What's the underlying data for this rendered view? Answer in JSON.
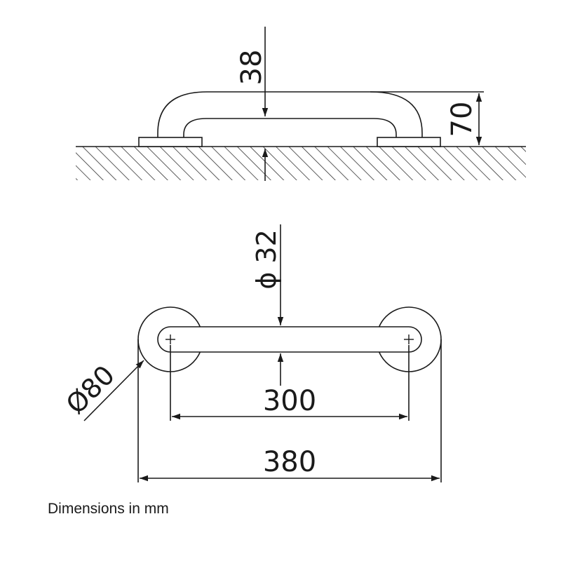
{
  "side_view": {
    "dim_thickness": "38",
    "dim_height": "70"
  },
  "top_view": {
    "dim_tube_diameter": "ϕ 32",
    "dim_flange_diameter": "Ø80",
    "dim_hole_spacing": "300",
    "dim_overall_length": "380"
  },
  "caption": "Dimensions in mm"
}
